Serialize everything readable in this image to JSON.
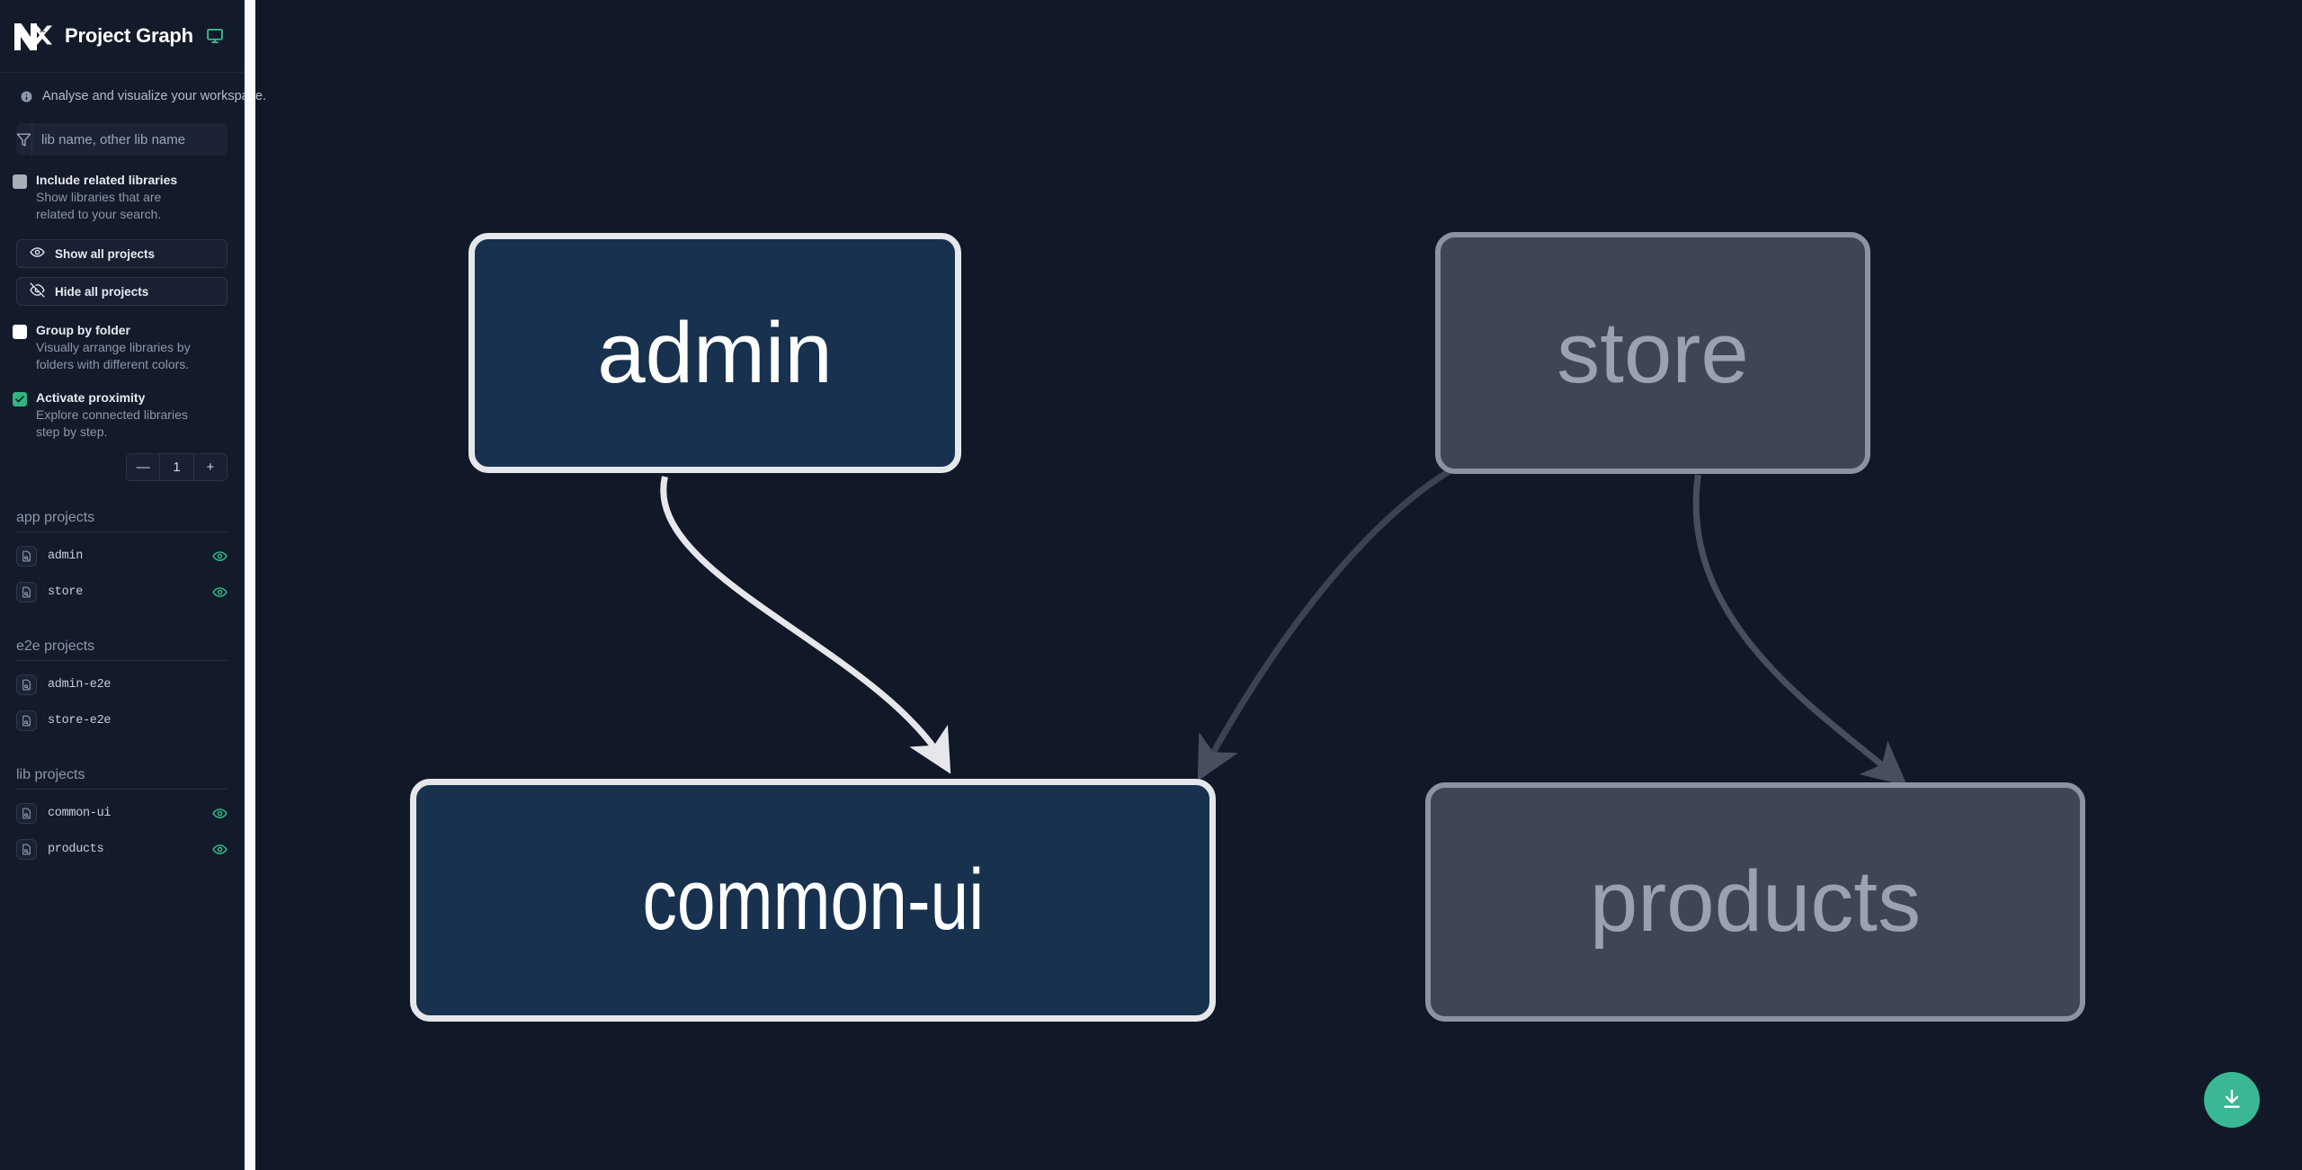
{
  "header": {
    "title": "Project Graph",
    "logo_icon": "nx-logo-icon",
    "monitor_icon": "monitor-icon"
  },
  "info": {
    "icon": "info-circle-icon",
    "text": "Analyse and visualize your workspace."
  },
  "search": {
    "icon": "funnel-filter-icon",
    "placeholder": "lib name, other lib name",
    "value": ""
  },
  "options": [
    {
      "id": "include-related-libraries",
      "label": "Include related libraries",
      "description": "Show libraries that are related to your search.",
      "checked": false,
      "style": "gray"
    },
    {
      "id": "group-by-folder",
      "label": "Group by folder",
      "description": "Visually arrange libraries by folders with different colors.",
      "checked": false,
      "style": "white"
    },
    {
      "id": "activate-proximity",
      "label": "Activate proximity",
      "description": "Explore connected libraries step by step.",
      "checked": true,
      "style": "green"
    }
  ],
  "buttons": {
    "show_all": {
      "label": "Show all projects",
      "icon": "eye-icon"
    },
    "hide_all": {
      "label": "Hide all projects",
      "icon": "eye-off-icon"
    }
  },
  "stepper": {
    "decrement_label": "—",
    "value": "1",
    "increment_label": "+"
  },
  "project_groups": [
    {
      "title": "app projects",
      "items": [
        {
          "name": "admin",
          "icon": "project-file-icon",
          "visible_icon": "eye-icon",
          "visible": true
        },
        {
          "name": "store",
          "icon": "project-file-icon",
          "visible_icon": "eye-icon",
          "visible": true
        }
      ]
    },
    {
      "title": "e2e projects",
      "items": [
        {
          "name": "admin-e2e",
          "icon": "project-file-icon",
          "visible_icon": "eye-icon",
          "visible": false
        },
        {
          "name": "store-e2e",
          "icon": "project-file-icon",
          "visible_icon": "eye-icon",
          "visible": false
        }
      ]
    },
    {
      "title": "lib projects",
      "items": [
        {
          "name": "common-ui",
          "icon": "project-file-icon",
          "visible_icon": "eye-icon",
          "visible": true
        },
        {
          "name": "products",
          "icon": "project-file-icon",
          "visible_icon": "eye-icon",
          "visible": true
        }
      ]
    }
  ],
  "graph": {
    "nodes": [
      {
        "id": "admin",
        "label": "admin",
        "state": "focused"
      },
      {
        "id": "store",
        "label": "store",
        "state": "dim"
      },
      {
        "id": "common-ui",
        "label": "common-ui",
        "state": "focused"
      },
      {
        "id": "products",
        "label": "products",
        "state": "dim"
      }
    ],
    "edges": [
      {
        "from": "admin",
        "to": "common-ui",
        "state": "focused"
      },
      {
        "from": "store",
        "to": "common-ui",
        "state": "dim"
      },
      {
        "from": "store",
        "to": "products",
        "state": "dim"
      }
    ]
  },
  "download_button": {
    "icon": "download-icon",
    "label": ""
  },
  "colors": {
    "accent_green": "#3ab795",
    "checkbox_green": "#33b581",
    "node_focus_fill": "#17314f",
    "node_focus_border": "#e5e7eb",
    "node_dim_fill": "#3f4653",
    "node_dim_border": "#8b93a1",
    "graph_background": "#111827",
    "sidebar_background": "#131a29"
  }
}
